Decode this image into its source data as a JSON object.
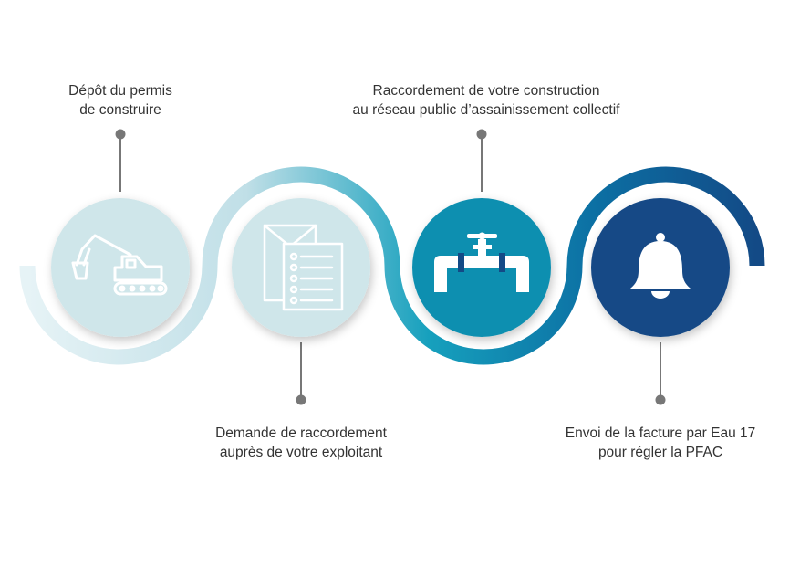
{
  "colors": {
    "step1": "#cfe6ea",
    "step2": "#cfe6ea",
    "step3": "#0e8fb0",
    "step4": "#134a86",
    "connector": "#777777",
    "text": "#333333"
  },
  "steps": [
    {
      "line1": "Dépôt du permis",
      "line2": "de construire",
      "icon": "excavator-icon"
    },
    {
      "line1": "Demande de raccordement",
      "line2": "auprès de votre exploitant",
      "icon": "documents-form-icon"
    },
    {
      "line1": "Raccordement de votre construction",
      "line2": "au réseau public d’assainissement collectif",
      "icon": "pipe-valve-icon"
    },
    {
      "line1": "Envoi de la facture par Eau 17",
      "line2": "pour régler la PFAC",
      "icon": "bell-icon"
    }
  ]
}
